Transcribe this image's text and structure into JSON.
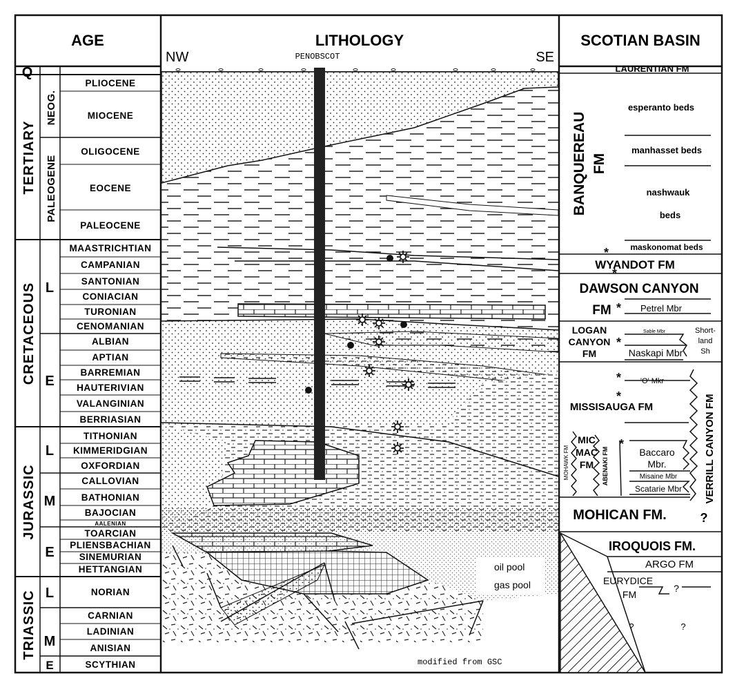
{
  "headers": {
    "age": "AGE",
    "lithology": "LITHOLOGY",
    "basin": "SCOTIAN BASIN"
  },
  "orientation": {
    "nw": "NW",
    "se": "SE"
  },
  "well": {
    "name": "PENOBSCOT"
  },
  "periods": [
    {
      "label": "Q"
    },
    {
      "label": "TERTIARY"
    },
    {
      "label": "CRETACEOUS"
    },
    {
      "label": "JURASSIC"
    },
    {
      "label": "TRIASSIC"
    }
  ],
  "epochs": [
    {
      "label": "NEOG."
    },
    {
      "label": "PALEOGENE"
    },
    {
      "label": "L"
    },
    {
      "label": "E"
    },
    {
      "label": "L"
    },
    {
      "label": "M"
    },
    {
      "label": "E"
    },
    {
      "label": "L"
    },
    {
      "label": "M"
    },
    {
      "label": "E"
    }
  ],
  "stages": [
    {
      "label": "PLIOCENE"
    },
    {
      "label": "MIOCENE"
    },
    {
      "label": "OLIGOCENE"
    },
    {
      "label": "EOCENE"
    },
    {
      "label": "PALEOCENE"
    },
    {
      "label": "MAASTRICHTIAN"
    },
    {
      "label": "CAMPANIAN"
    },
    {
      "label": "SANTONIAN"
    },
    {
      "label": "CONIACIAN"
    },
    {
      "label": "TURONIAN"
    },
    {
      "label": "CENOMANIAN"
    },
    {
      "label": "ALBIAN"
    },
    {
      "label": "APTIAN"
    },
    {
      "label": "BARREMIAN"
    },
    {
      "label": "HAUTERIVIAN"
    },
    {
      "label": "VALANGINIAN"
    },
    {
      "label": "BERRIASIAN"
    },
    {
      "label": "TITHONIAN"
    },
    {
      "label": "KIMMERIDGIAN"
    },
    {
      "label": "OXFORDIAN"
    },
    {
      "label": "CALLOVIAN"
    },
    {
      "label": "BATHONIAN"
    },
    {
      "label": "BAJOCIAN"
    },
    {
      "label": "AALENIAN"
    },
    {
      "label": "TOARCIAN"
    },
    {
      "label": "PLIENSBACHIAN"
    },
    {
      "label": "SINEMURIAN"
    },
    {
      "label": "HETTANGIAN"
    },
    {
      "label": "NORIAN"
    },
    {
      "label": "CARNIAN"
    },
    {
      "label": "LADINIAN"
    },
    {
      "label": "ANISIAN"
    },
    {
      "label": "SCYTHIAN"
    }
  ],
  "formations": {
    "laurentian": "LAURENTIAN FM",
    "banquereau": "BANQUEREAU",
    "banquereau_fm": "FM",
    "esperanto": "esperanto beds",
    "manhasset": "manhasset beds",
    "nashwauk1": "nashwauk",
    "nashwauk2": "beds",
    "maskonomat": "maskonomat beds",
    "wyandot": "WYANDOT FM",
    "dawson1": "DAWSON CANYON",
    "dawson2": "FM",
    "petrel": "Petrel Mbr",
    "logan1": "LOGAN",
    "logan2": "CANYON",
    "logan3": "FM",
    "sable": "Sable Mbr",
    "naskapi": "Naskapi Mbr",
    "shortland1": "Short-",
    "shortland2": "land",
    "shortland3": "Sh",
    "o_mkr": "'O' Mkr",
    "missisauga": "MISSISAUGA FM",
    "verrill": "VERRILL CANYON FM",
    "mohawk": "MOHAWK FM",
    "micmac1": "MIC",
    "micmac2": "MAC",
    "micmac3": "FM",
    "abenaki": "ABENAKI FM",
    "baccaro1": "Baccaro",
    "baccaro2": "Mbr.",
    "misaine": "Misaine Mbr",
    "scatarie": "Scatarie Mbr",
    "mohican": "MOHICAN FM.",
    "iroquois": "IROQUOIS FM.",
    "argo": "ARGO FM",
    "eurydice1": "EURYDICE",
    "eurydice2": "FM",
    "q1": "?",
    "q2": "?",
    "q3": "?",
    "q4": "?"
  },
  "legend": {
    "oil": "oil pool",
    "gas": "gas pool"
  },
  "credit": "modified from GSC",
  "colors": {
    "ink": "#111111",
    "paper": "#ffffff"
  }
}
